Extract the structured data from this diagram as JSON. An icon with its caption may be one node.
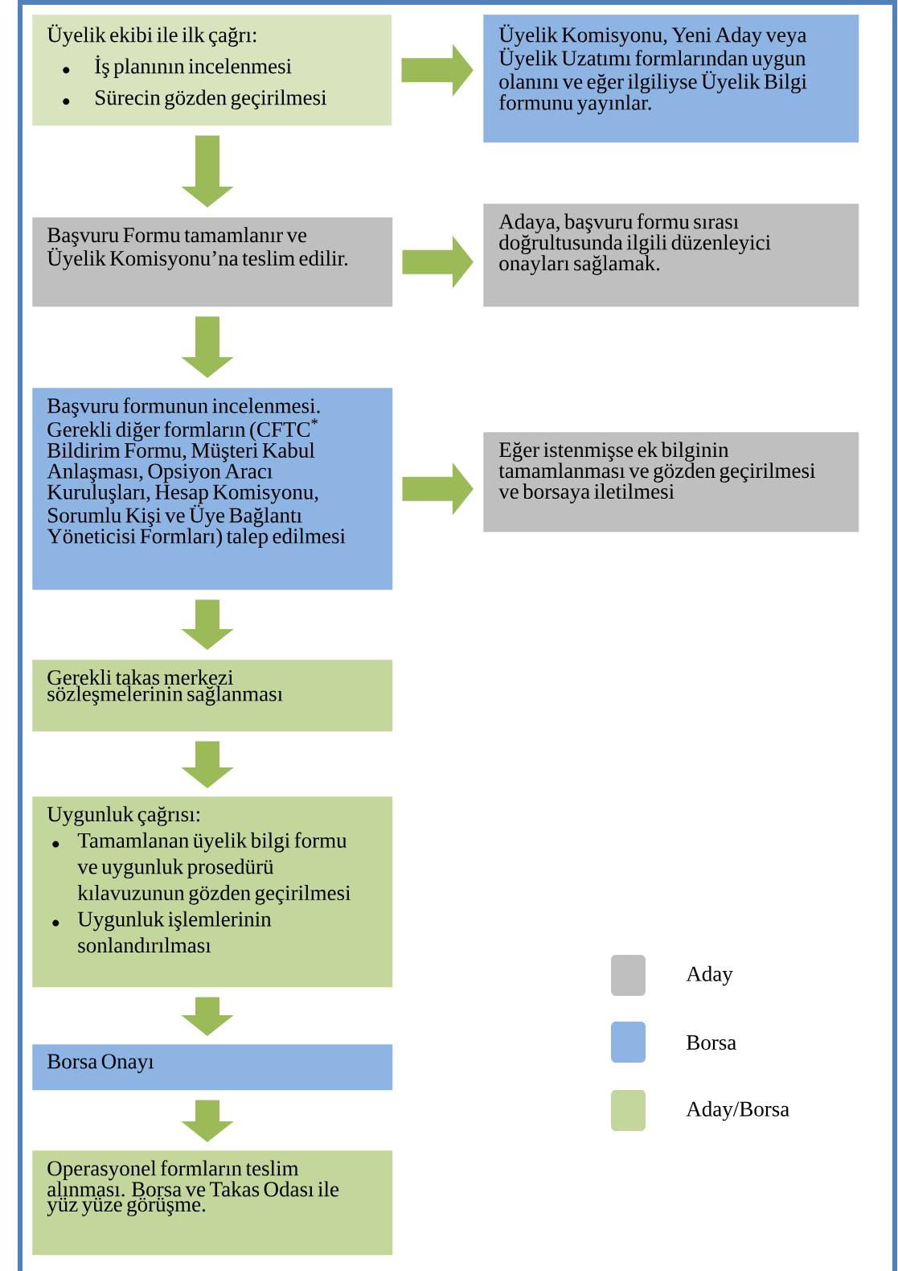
{
  "diagram": {
    "nodes": [
      {
        "text": [
          "Üyelik ekibi ile ilk çağrı:",
          "İş planının incelenmesi",
          "Sürecin gözden geçirilmesi"
        ]
      },
      {
        "text": [
          "Üyelik Komisyonu, Yeni Aday veya Üyelik Uzatımı formlarından uygun olanını ve eğer ilgiliyse Üyelik Bilgi formunu yayınlar."
        ]
      },
      {
        "text": [
          "Başvuru Formu tamamlanır ve Üyelik Komisyonu’na teslim edilir."
        ]
      },
      {
        "text": [
          "Adaya, başvuru formu sırası doğrultusunda ilgili düzenleyici onayları sağlamak."
        ]
      },
      {
        "text": [
          "Başvuru formunun incelenmesi. Gerekli diğer formların (CFTC$^{*}$ Bildirim Formu, Müşteri Kabul Anlaşması, Opsiyon Aracı Kuruluşları, Hesap Komisyonu, Sorumlu Kişi ve Üye Bağlantı Yöneticisi Formları) talep edilmesi"
        ]
      },
      {
        "text": [
          "Eğer istenmişse ek bilginin tamamlanması ve gözden geçirilmesi ve borsaya iletilmesi"
        ]
      },
      {
        "text": [
          "Gerekli takas merkezi sözleşmelerinin sağlanması"
        ]
      },
      {
        "text": [
          "Uygunluk çağrısı:",
          "Tamamlanan üyelik bilgi formu ve uygunluk prosedürü kılavuzunun gözden geçirilmesi",
          "Uygunluk işlemlerinin sonlandırılması"
        ]
      },
      {
        "text": [
          "Borsa Onayı"
        ]
      },
      {
        "text": [
          "Operasyonel formların teslim alınması. Borsa ve Takas Odası ile yüz yüze görüşme."
        ]
      }
    ],
    "edges": [
      {
        "from": 0,
        "to": 1,
        "arrow": "to"
      },
      {
        "from": 0,
        "to": 2,
        "arrow": "to"
      },
      {
        "from": 2,
        "to": 3,
        "arrow": "to"
      },
      {
        "from": 2,
        "to": 4,
        "arrow": "to"
      },
      {
        "from": 4,
        "to": 5,
        "arrow": "to"
      },
      {
        "from": 4,
        "to": 6,
        "arrow": "to"
      },
      {
        "from": 6,
        "to": 7,
        "arrow": "to"
      },
      {
        "from": 7,
        "to": 8,
        "arrow": "to"
      },
      {
        "from": 8,
        "to": 9,
        "arrow": "to"
      }
    ],
    "legend": [
      {
        "text": "Aday",
        "color": "#bfbfbf"
      },
      {
        "text": "Borsa",
        "color": "#8eb4e3"
      },
      {
        "text": "Aday/Borsa",
        "color": "#c3d69b"
      }
    ]
  }
}
